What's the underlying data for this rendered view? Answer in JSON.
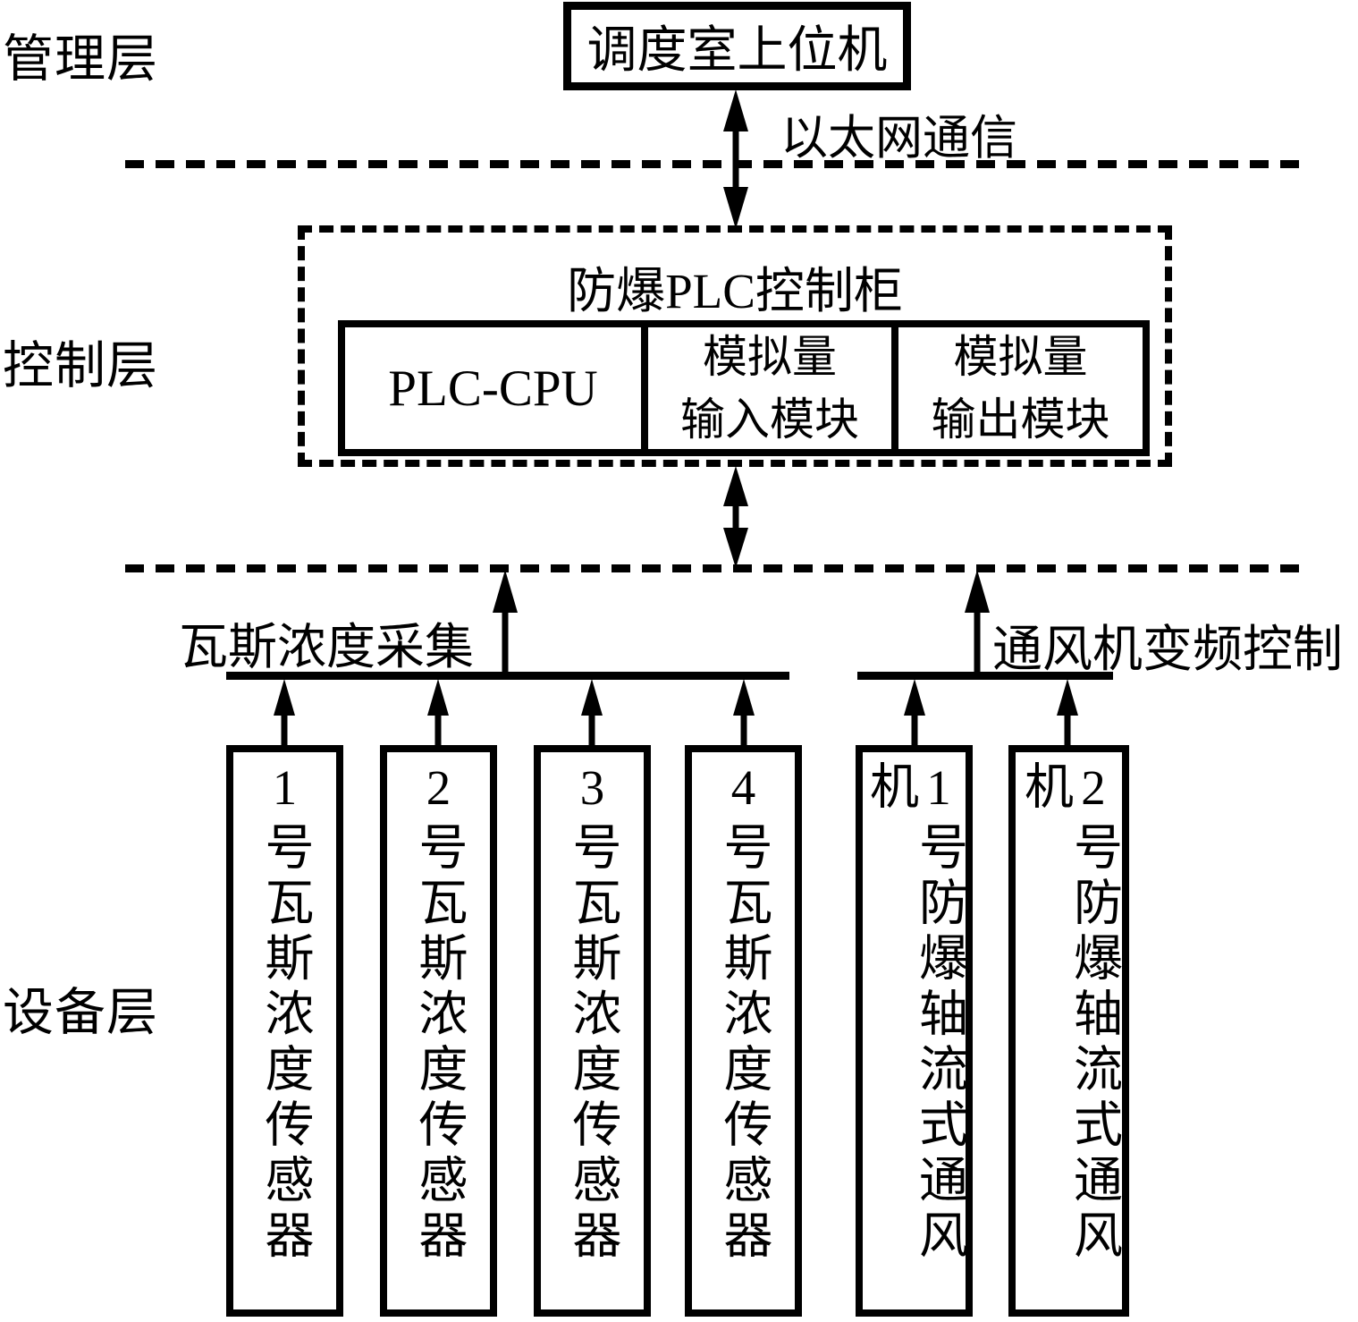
{
  "layer_labels": {
    "management": "管理层",
    "control": "控制层",
    "device": "设备层"
  },
  "top_box_label": "调度室上位机",
  "ethernet_label": "以太网通信",
  "plc_cabinet": {
    "title": "防爆PLC控制柜",
    "cpu_label": "PLC-CPU",
    "input_module_lines": [
      "模拟量",
      "输入模块"
    ],
    "output_module_lines": [
      "模拟量",
      "输出模块"
    ]
  },
  "bus_labels": {
    "left": "瓦斯浓度采集",
    "right": "通风机变频控制"
  },
  "devices": [
    "1号瓦斯浓度传感器",
    "2号瓦斯浓度传感器",
    "3号瓦斯浓度传感器",
    "4号瓦斯浓度传感器",
    "1号防爆轴流式通风机",
    "2号防爆轴流式通风机"
  ],
  "colors": {
    "ink": "#000000",
    "background": "#ffffff"
  }
}
